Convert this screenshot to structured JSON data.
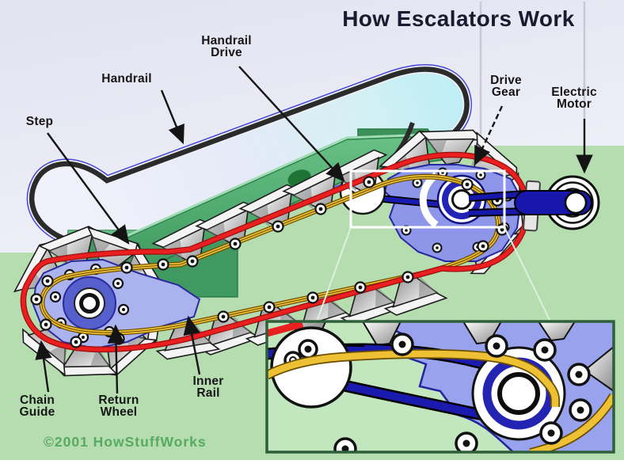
{
  "title": "How Escalators Work",
  "copyright": "©2001 HowStuffWorks",
  "labels": {
    "handrail": "Handrail",
    "handrail_drive": [
      "Handrail",
      "Drive"
    ],
    "step": "Step",
    "drive_gear": [
      "Drive",
      "Gear"
    ],
    "electric_motor": [
      "Electric",
      "Motor"
    ],
    "chain_guide": [
      "Chain",
      "Guide"
    ],
    "return_wheel": [
      "Return",
      "Wheel"
    ],
    "inner_rail": [
      "Inner",
      "Rail"
    ]
  },
  "colors": {
    "background_top": "#e9e9f4",
    "background_green": "#b5ddb0",
    "deck_green": "#54b276",
    "landing_green": "#3f9960",
    "chain_red": "#ea1f1f",
    "rail_gold": "#eec033",
    "machine_purple": "#8d96e8",
    "drive_navy": "#1717ac",
    "handrail_black": "#2b2b2b",
    "handrail_blue_outline": "#4646d8",
    "title_text": "#1a1a30",
    "copyright_text": "#57aa5f"
  }
}
